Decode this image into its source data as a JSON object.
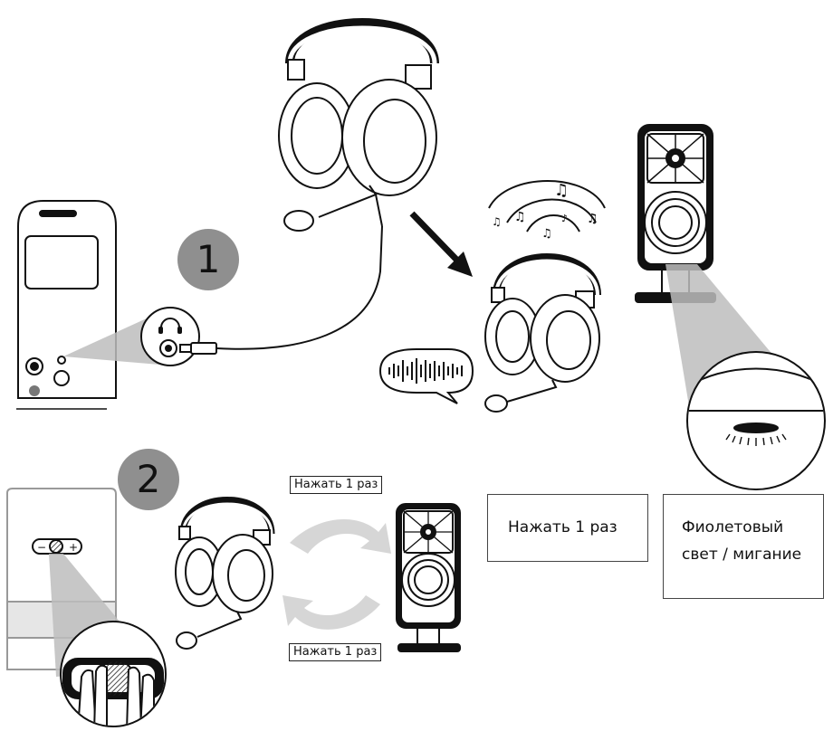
{
  "steps": {
    "step1": "1",
    "step2": "2"
  },
  "labels": {
    "press_top": "Нажать 1 раз",
    "press_bottom": "Нажать 1 раз",
    "press_box": "Нажать 1 раз",
    "purple_line1": "Фиолетовый",
    "purple_line2": "свет / мигание"
  },
  "icons": [
    "pc-tower-icon",
    "headphone-jack-icon",
    "headset-icon",
    "music-note-icon",
    "speech-bubble-waveform-icon",
    "speaker-icon",
    "led-indicator-icon",
    "volume-minus-icon",
    "volume-plus-icon",
    "hand-press-icon",
    "cycle-arrows-icon"
  ],
  "colors": {
    "step_badge": "#8f8f8f",
    "stroke": "#111111",
    "zoom_cone": "#bdbdbd",
    "cycle_arrow": "#d6d6d6"
  }
}
